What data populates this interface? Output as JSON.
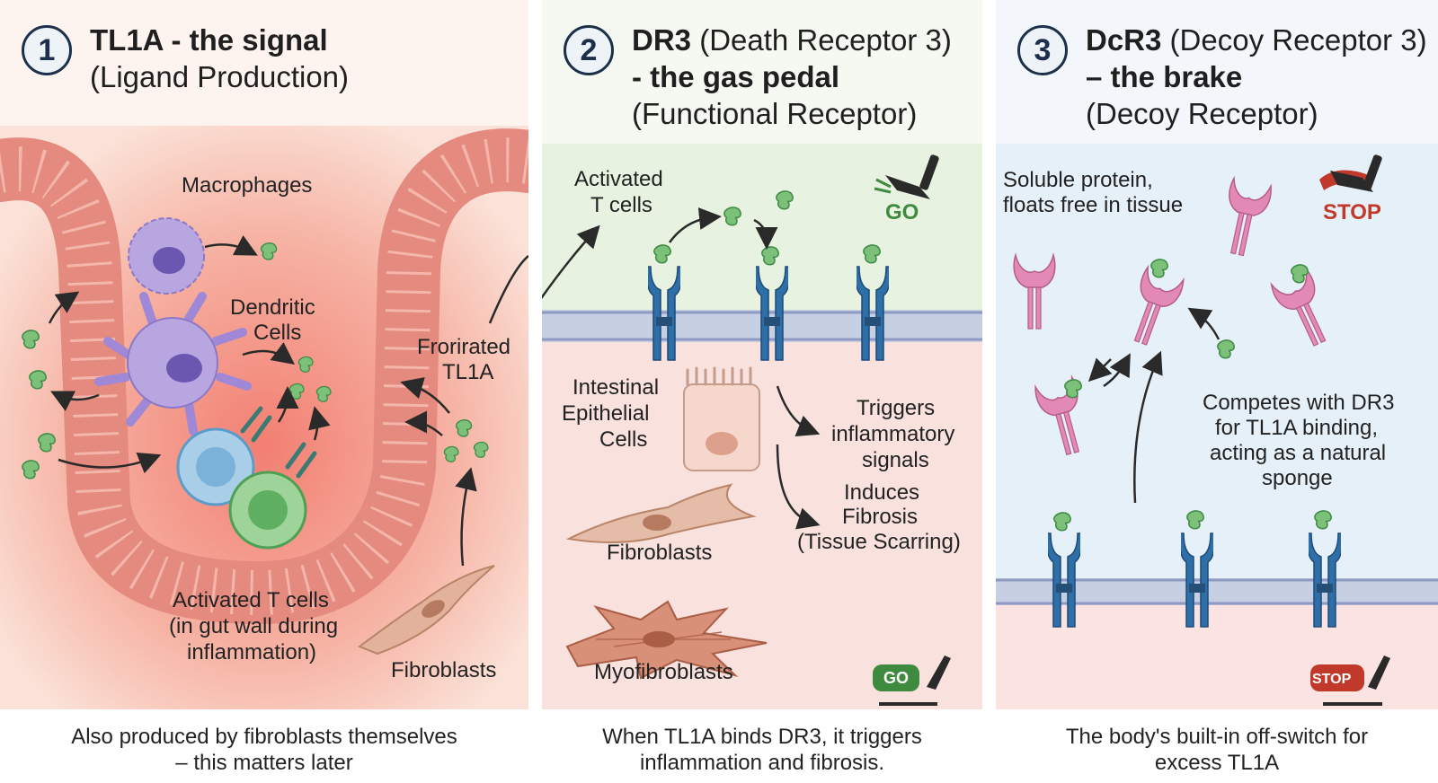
{
  "panel1": {
    "number": "1",
    "title_bold": "TL1A - the signal",
    "subtitle": "(Ligand Production)",
    "labels": {
      "macrophages": "Macrophages",
      "dendritic_1": "Dendritic",
      "dendritic_2": "Cells",
      "frorirated_1": "Frorirated",
      "frorirated_2": "TL1A",
      "activated_1": "Activated T cells",
      "activated_2": "(in gut wall during",
      "activated_3": "inflammation)",
      "fibroblasts": "Fibroblasts"
    },
    "footer_1": "Also produced by fibroblasts themselves",
    "footer_2": "– this matters later"
  },
  "panel2": {
    "number": "2",
    "title_bold": "DR3",
    "title_rest": " (Death Receptor 3)",
    "title_line2": "- the gas pedal",
    "subtitle": "(Functional Receptor)",
    "labels": {
      "activated_1": "Activated",
      "activated_2": "T cells",
      "go_badge": "GO",
      "intestinal_1": "Intestinal",
      "intestinal_2": "Epithelial",
      "intestinal_3": "Cells",
      "triggers_1": "Triggers",
      "triggers_2": "inflammatory",
      "triggers_3": "signals",
      "induces_1": "Induces",
      "induces_2": "Fibrosis",
      "induces_3": "(Tissue Scarring)",
      "fibroblasts": "Fibroblasts",
      "myofibroblasts": "Myofibroblasts",
      "go_small": "GO"
    },
    "footer_1": "When TL1A binds DR3, it triggers",
    "footer_2": "inflammation and fibrosis."
  },
  "panel3": {
    "number": "3",
    "title_bold": "DcR3",
    "title_rest": " (Decoy Receptor 3)",
    "title_line2": "– the brake",
    "subtitle": "(Decoy Receptor)",
    "labels": {
      "soluble_1": "Soluble protein,",
      "soluble_2": "floats free in tissue",
      "stop_badge": "STOP",
      "competes_1": "Competes with DR3",
      "competes_2": "for TL1A binding,",
      "competes_3": "acting as a natural",
      "competes_4": "sponge",
      "stop_small": "STOP"
    },
    "footer_1": "The body's built-in off-switch for",
    "footer_2": "excess TL1A"
  },
  "colors": {
    "tl1a_green": "#7cc07a",
    "dr3_blue": "#2f6fa7",
    "dcr3_pink": "#e28ab5",
    "go_green": "#3e8a3e",
    "stop_red": "#c0392b",
    "panel1_bg": "#f7c9bd",
    "panel2_bg": "#f3f8ee",
    "panel3_bg": "#eaf2f9"
  },
  "icons": [
    "tl1a-ligand-icon",
    "dr3-receptor-icon",
    "dcr3-receptor-icon",
    "gas-pedal-icon",
    "brake-pedal-icon"
  ]
}
